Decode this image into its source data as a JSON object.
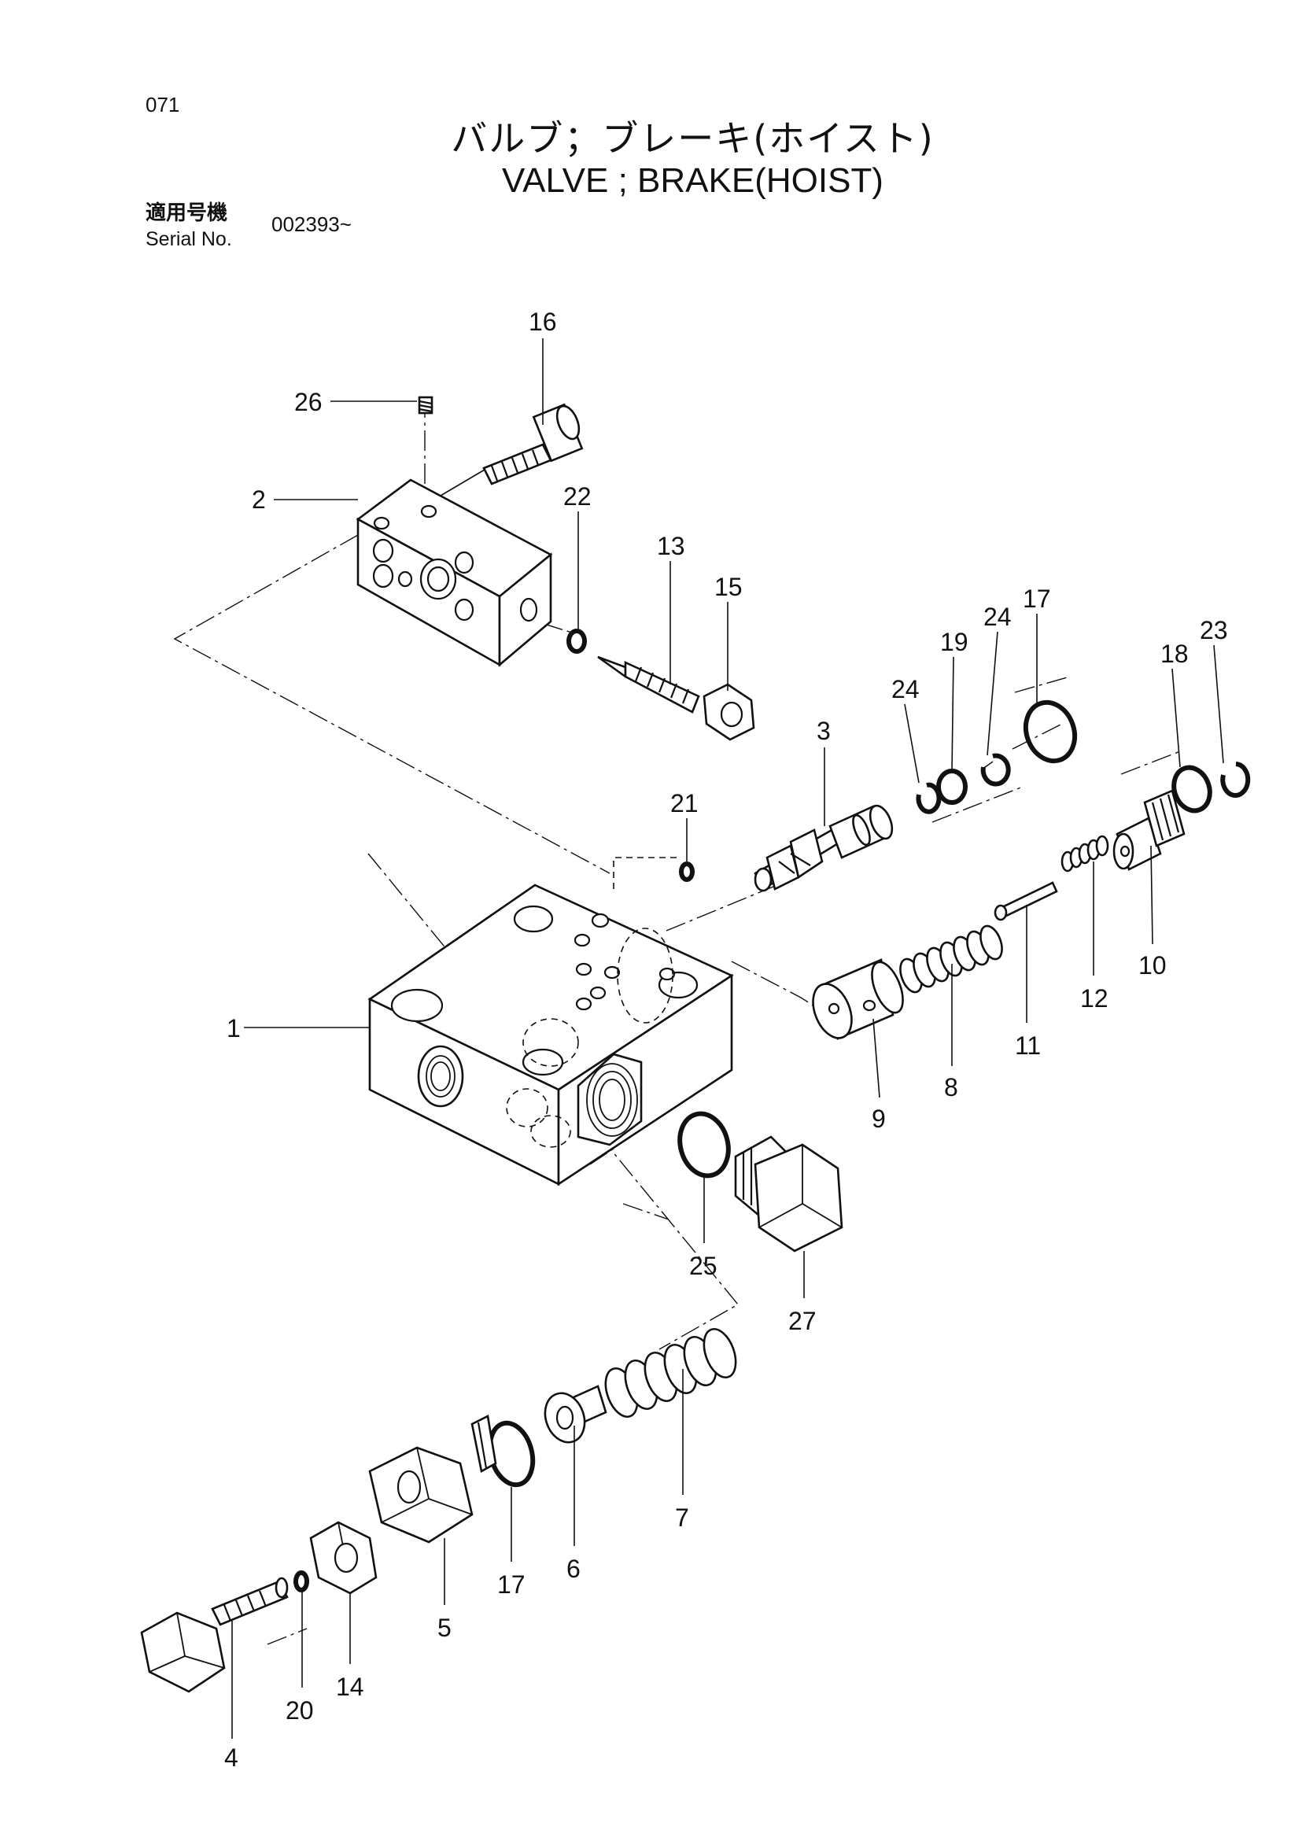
{
  "header": {
    "page_number": "071",
    "title_jp": "バルブ；ブレーキ(ホイスト)",
    "title_en": "VALVE ; BRAKE(HOIST)",
    "serial_label_jp": "適用号機",
    "serial_label_en": "Serial No.",
    "serial_value": "002393~"
  },
  "callouts": {
    "p1": "1",
    "p2": "2",
    "p3": "3",
    "p4": "4",
    "p5": "5",
    "p6": "6",
    "p7": "7",
    "p8": "8",
    "p9": "9",
    "p10": "10",
    "p11": "11",
    "p12": "12",
    "p13": "13",
    "p14": "14",
    "p15": "15",
    "p16": "16",
    "p17a": "17",
    "p17b": "17",
    "p18": "18",
    "p19": "19",
    "p20": "20",
    "p21": "21",
    "p22": "22",
    "p23": "23",
    "p24a": "24",
    "p24b": "24",
    "p25": "25",
    "p26": "26",
    "p27": "27"
  }
}
